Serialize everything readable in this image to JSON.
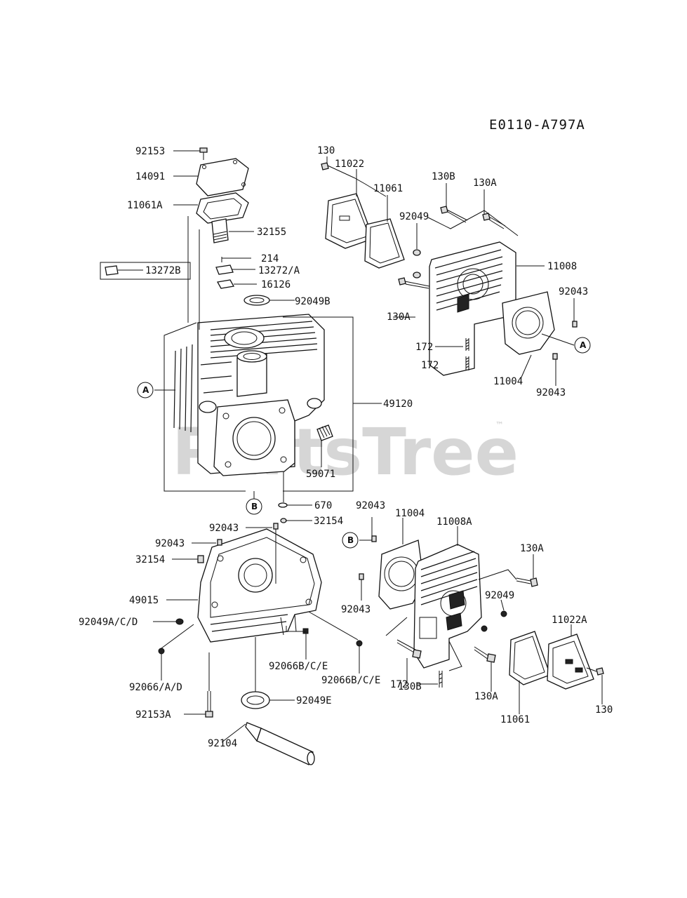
{
  "diagram_code": "E0110-A797A",
  "watermark": "PartsTree",
  "watermark_tm": "™",
  "callouts": {
    "ref_a_left": "A",
    "ref_a_right": "A",
    "ref_b_mid": "B",
    "ref_b_lower": "B"
  },
  "labels": {
    "p92153": "92153",
    "p14091": "14091",
    "p11061A": "11061A",
    "p32155": "32155",
    "p214": "214",
    "p13272B": "13272B",
    "p13272A": "13272/A",
    "p16126": "16126",
    "p92049B": "92049B",
    "p49120": "49120",
    "p59071": "59071",
    "p670": "670",
    "p130_top": "130",
    "p11022": "11022",
    "p11061_top": "11061",
    "p130B_top": "130B",
    "p130A_top": "130A",
    "p92049_top": "92049",
    "p11008": "11008",
    "p92043_r1": "92043",
    "p130A_left": "130A",
    "p172_a": "172",
    "p172_b": "172",
    "p11004_top": "11004",
    "p92043_r2": "92043",
    "p92043_m1": "92043",
    "p32154_m": "32154",
    "p92043_m2": "92043",
    "p32154_l": "32154",
    "p49015": "49015",
    "p92049ACD": "92049A/C/D",
    "p92066AD": "92066/A/D",
    "p92066BCE_1": "92066B/C/E",
    "p92066BCE_2": "92066B/C/E",
    "p92153A": "92153A",
    "p92049E": "92049E",
    "p92104": "92104",
    "p92043_lo1": "92043",
    "p11004_lo": "11004",
    "p11008A": "11008A",
    "p92043_lo2": "92043",
    "p130A_lo1": "130A",
    "p92049_lo": "92049",
    "p11022A": "11022A",
    "p130B_lo": "130B",
    "p130A_lo2": "130A",
    "p172_lo": "172",
    "p11061_lo": "11061",
    "p130_lo": "130"
  }
}
